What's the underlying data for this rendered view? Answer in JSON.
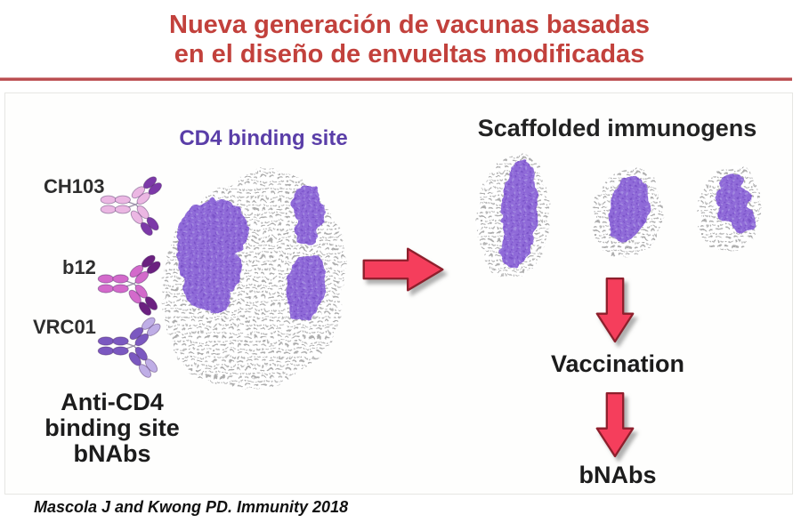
{
  "slide": {
    "title_line1": "Nueva generación de vacunas basadas",
    "title_line2": "en el diseño de envueltas modificadas",
    "citation": "Mascola J and Kwong PD. Immunity 2018"
  },
  "colors": {
    "title_red": "#C2413C",
    "rule_red": "#B84C4F",
    "arrow_fill": "#F53E5C",
    "arrow_outline": "#8E1F2C",
    "cd4_label_purple": "#5A3EA8",
    "patch_purple": "#8F6BD8",
    "stipple_gray": "#AFAFAF",
    "heading_dark": "#222222"
  },
  "left_panel": {
    "cd4_label": "CD4 binding site",
    "antibodies": [
      {
        "name": "CH103",
        "colors": {
          "body": "#EBB7E3",
          "tip": "#7C39A8"
        }
      },
      {
        "name": "b12",
        "colors": {
          "body": "#D36ACB",
          "tip": "#6B2080"
        }
      },
      {
        "name": "VRC01",
        "colors": {
          "body": "#7B58C0",
          "tip": "#BFAEE6"
        }
      }
    ],
    "caption_lines": [
      "Anti-CD4",
      "binding site",
      "bNAbs"
    ]
  },
  "right_panel": {
    "heading": "Scaffolded immunogens",
    "vaccination_label": "Vaccination",
    "bnabs_label": "bNAbs"
  }
}
